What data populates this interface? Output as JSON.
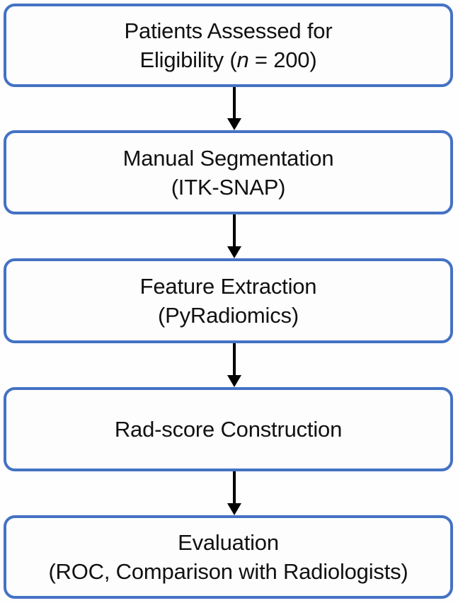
{
  "diagram": {
    "type": "flowchart",
    "orientation": "vertical-top-to-bottom",
    "node_border_color": "#4472C4",
    "node_fill_color": "#FDFDFD",
    "text_color": "#111111",
    "connector_color": "#000000",
    "nodes": [
      {
        "id": "node-1",
        "name": "patients-assessed",
        "line1": "Patients Assessed for",
        "line2_prefix": "Eligibility (",
        "line2_italic": "n",
        "line2_suffix": " = 200)"
      },
      {
        "id": "node-2",
        "name": "manual-segmentation",
        "line1": "Manual Segmentation",
        "line2": "(ITK-SNAP)"
      },
      {
        "id": "node-3",
        "name": "feature-extraction",
        "line1": "Feature Extraction",
        "line2": "(PyRadiomics)"
      },
      {
        "id": "node-4",
        "name": "rad-score-construction",
        "line1": "Rad-score Construction"
      },
      {
        "id": "node-5",
        "name": "evaluation",
        "line1": "Evaluation",
        "line2": "(ROC, Comparison with Radiologists)"
      }
    ],
    "connectors": [
      {
        "id": "arrow-1",
        "from": "node-1",
        "to": "node-2",
        "icon": "down-arrow-icon"
      },
      {
        "id": "arrow-2",
        "from": "node-2",
        "to": "node-3",
        "icon": "down-arrow-icon"
      },
      {
        "id": "arrow-3",
        "from": "node-3",
        "to": "node-4",
        "icon": "down-arrow-icon"
      },
      {
        "id": "arrow-4",
        "from": "node-4",
        "to": "node-5",
        "icon": "down-arrow-icon"
      }
    ]
  }
}
